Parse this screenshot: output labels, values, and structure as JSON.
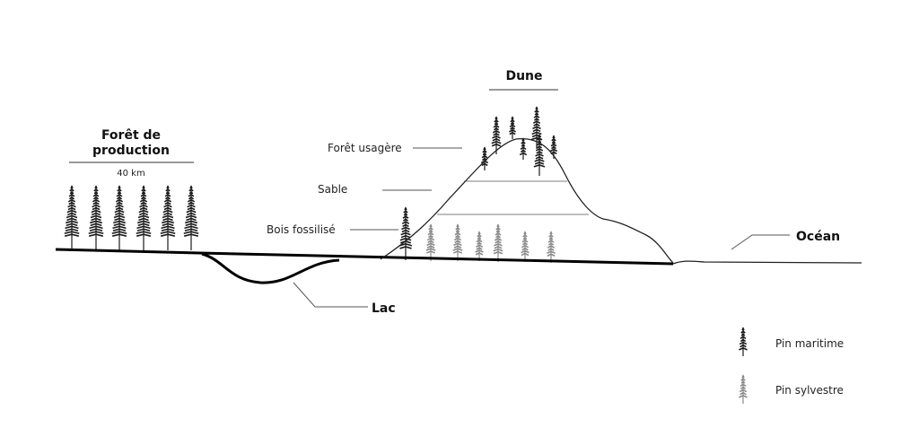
{
  "labels": {
    "production_forest_line1": "Forêt de",
    "production_forest_line2": "production",
    "distance": "40 km",
    "dune": "Dune",
    "foret_usagere": "Forêt usagère",
    "sable": "Sable",
    "bois_fossilise": "Bois fossilisé",
    "lac": "Lac",
    "ocean": "Océan"
  },
  "legend": [
    {
      "label": "Pin maritime",
      "color": "#1a1a1a"
    },
    {
      "label": "Pin sylvestre",
      "color": "#8a8a8a"
    }
  ]
}
